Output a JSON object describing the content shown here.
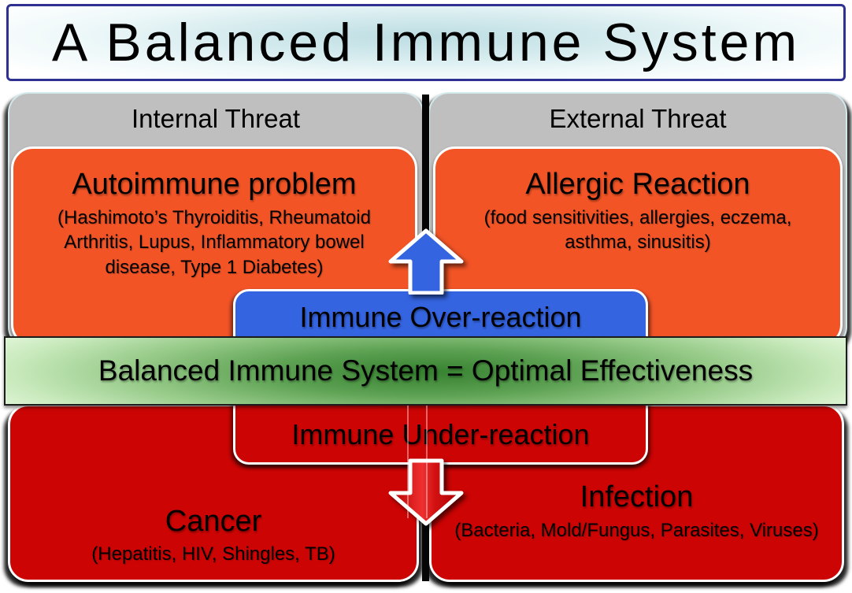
{
  "title": "A Balanced Immune System",
  "left_column": {
    "header": "Internal Threat",
    "overactive_box": {
      "heading": "Autoimmune problem",
      "details": "(Hashimoto’s Thyroiditis, Rheumatoid Arthritis, Lupus, Inflammatory bowel disease, Type 1 Diabetes)"
    },
    "underactive_box": {
      "heading": "Cancer",
      "details": "(Hepatitis, HIV, Shingles, TB)"
    }
  },
  "right_column": {
    "header": "External Threat",
    "overactive_box": {
      "heading": "Allergic Reaction",
      "details": "(food sensitivities, allergies, eczema, asthma, sinusitis)"
    },
    "underactive_box": {
      "heading": "Infection",
      "details": "(Bacteria, Mold/Fungus, Parasites, Viruses)"
    }
  },
  "center": {
    "over_reaction_label": "Immune Over-reaction",
    "balance_label": "Balanced Immune System = Optimal Effectiveness",
    "under_reaction_label": "Immune Under-reaction"
  },
  "icons": {
    "up_arrow": "arrow-up-icon",
    "down_arrow": "arrow-down-icon"
  },
  "colors": {
    "orange": "#F25426",
    "red": "#CC0404",
    "blue": "#3464E0",
    "gray_header": "#BFBFBF",
    "green_band_center": "#35812F",
    "green_band_edge": "#E2F6DA",
    "title_border": "#2E3192",
    "title_fill_center": "#BCDDE2"
  }
}
